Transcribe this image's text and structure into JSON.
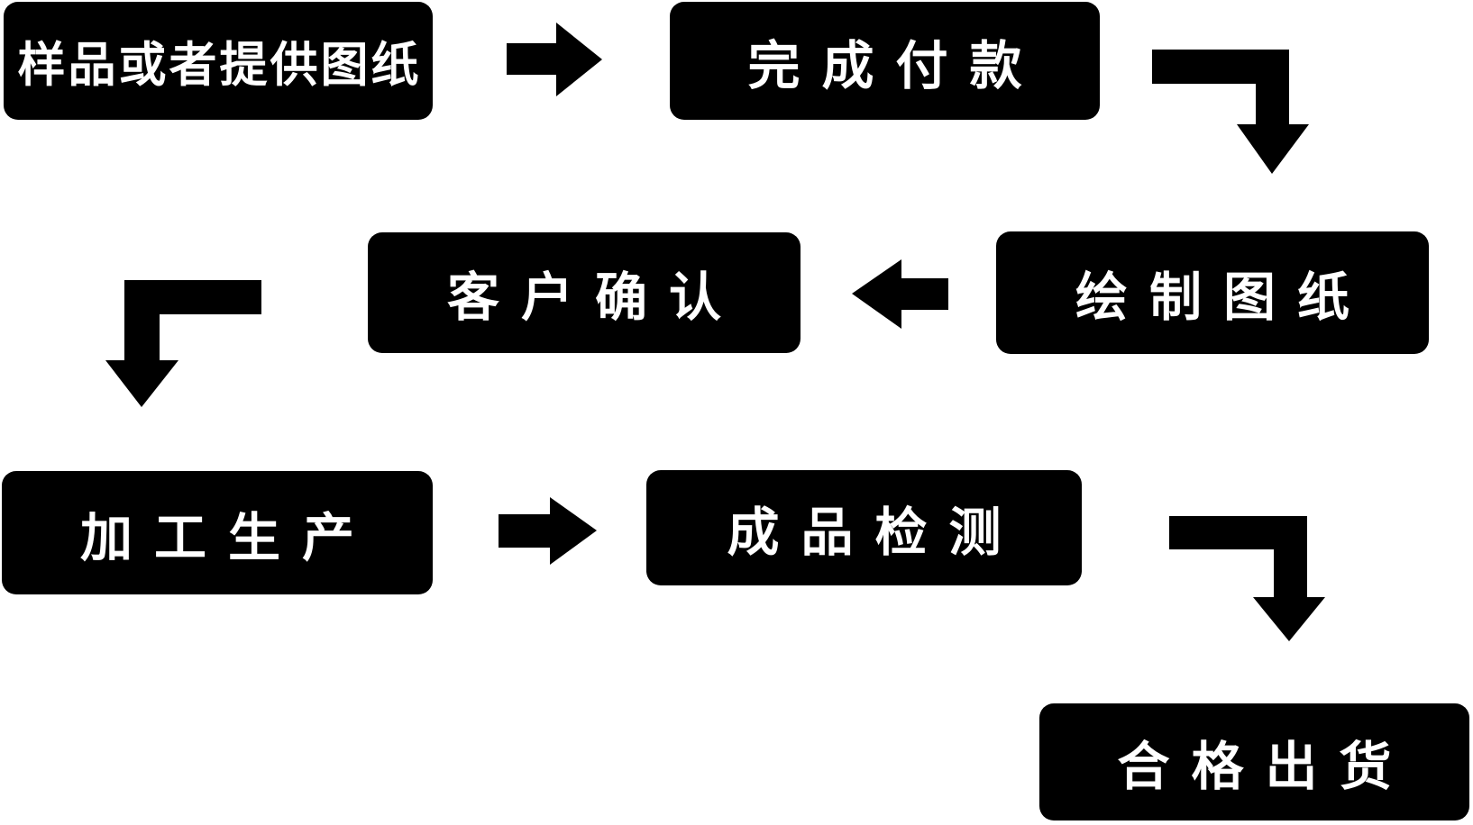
{
  "diagram": {
    "type": "flowchart",
    "colors": {
      "node_fill": "#000000",
      "node_text": "#ffffff",
      "arrow": "#000000",
      "background": "#ffffff"
    },
    "nodes": [
      {
        "id": "step-1",
        "label": "样品或者提供图纸",
        "row": 1,
        "order": 1
      },
      {
        "id": "step-2",
        "label": "完成付款",
        "row": 1,
        "order": 2
      },
      {
        "id": "step-3",
        "label": "绘制图纸",
        "row": 2,
        "order": 3
      },
      {
        "id": "step-4",
        "label": "客户确认",
        "row": 2,
        "order": 4
      },
      {
        "id": "step-5",
        "label": "加工生产",
        "row": 3,
        "order": 5
      },
      {
        "id": "step-6",
        "label": "成品检测",
        "row": 3,
        "order": 6
      },
      {
        "id": "step-7",
        "label": "合格出货",
        "row": 4,
        "order": 7
      }
    ],
    "arrows": [
      {
        "from": "样品或者提供图纸",
        "to": "完成付款",
        "shape": "straight",
        "direction": "right"
      },
      {
        "from": "完成付款",
        "to": "绘制图纸",
        "shape": "elbow",
        "direction": "right-then-down"
      },
      {
        "from": "绘制图纸",
        "to": "客户确认",
        "shape": "straight",
        "direction": "left"
      },
      {
        "from": "客户确认",
        "to": "加工生产",
        "shape": "elbow",
        "direction": "left-then-down"
      },
      {
        "from": "加工生产",
        "to": "成品检测",
        "shape": "straight",
        "direction": "right"
      },
      {
        "from": "成品检测",
        "to": "合格出货",
        "shape": "elbow",
        "direction": "right-then-down"
      }
    ]
  }
}
